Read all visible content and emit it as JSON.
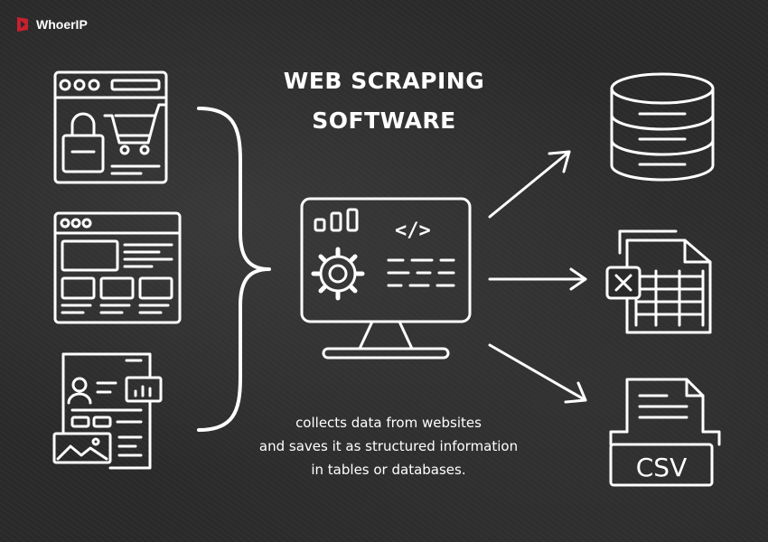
{
  "brand": {
    "name": "WhoerIP",
    "color": "#c8202f"
  },
  "title": {
    "line1": "WEB SCRAPING",
    "line2": "SOFTWARE"
  },
  "caption": {
    "line1": "collects data from websites",
    "line2": "and saves it as structured information",
    "line3": "in tables or databases."
  },
  "outputs": {
    "csv_label": "CSV"
  },
  "icons": {
    "sources": [
      "shopping-website-icon",
      "layout-website-icon",
      "profile-dashboard-icon"
    ],
    "center": "monitor-code-gear-icon",
    "targets": [
      "database-icon",
      "spreadsheet-excel-icon",
      "csv-file-icon"
    ]
  },
  "colors": {
    "background": "#2a2a2a",
    "foreground": "#ffffff"
  }
}
